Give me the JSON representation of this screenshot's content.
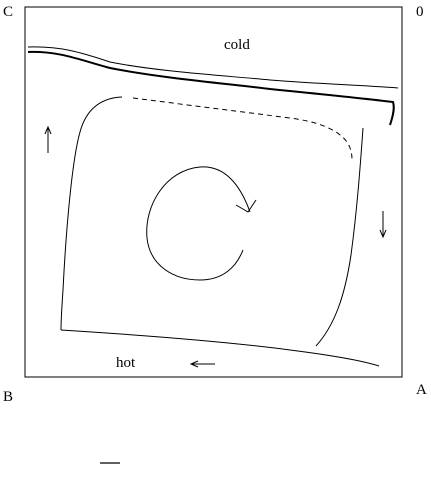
{
  "diagram": {
    "corners": {
      "top_left": "C",
      "top_right": "0",
      "bottom_left": "B",
      "bottom_right": "A"
    },
    "regions": {
      "top": "cold",
      "bottom": "hot"
    },
    "colors": {
      "ink": "#000000",
      "background": "#ffffff"
    }
  }
}
